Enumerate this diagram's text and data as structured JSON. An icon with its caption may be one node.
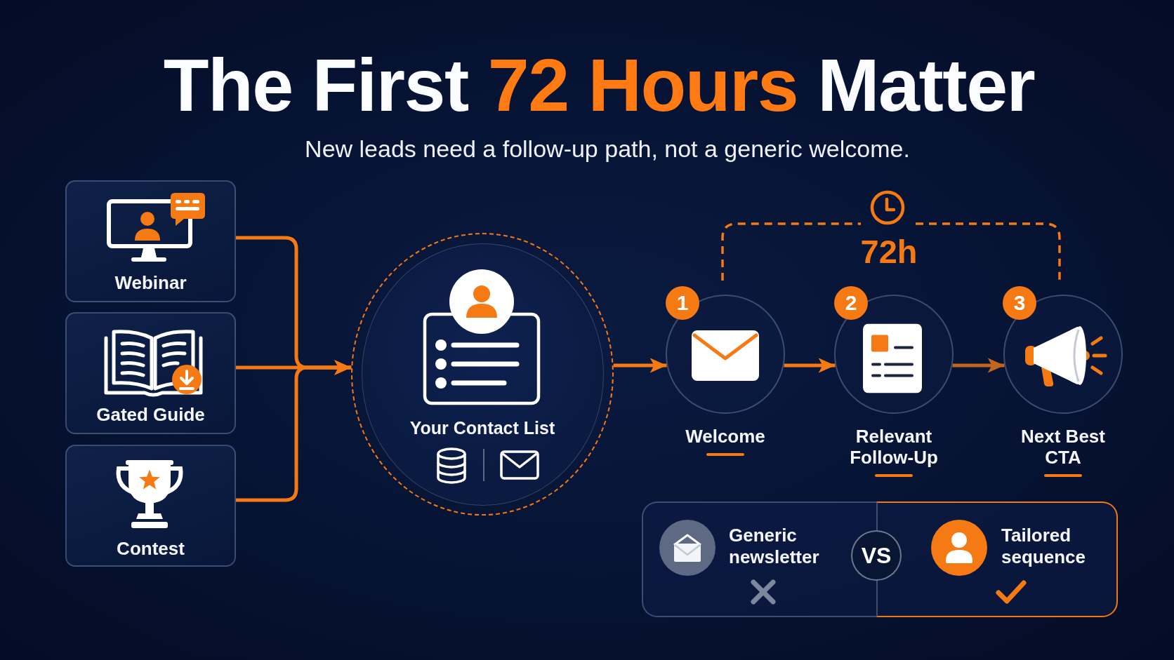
{
  "diagram": {
    "title": "The First **72 Hours** Matter",
    "nodes": [
      {
        "text": [
          "Webinar"
        ]
      },
      {
        "text": [
          "Gated Guide"
        ]
      },
      {
        "text": [
          "Contest"
        ]
      },
      {
        "text": [
          "Your Contact List"
        ]
      },
      {
        "text": [
          "1"
        ]
      },
      {
        "text": [
          "Welcome"
        ]
      },
      {
        "text": [
          "2"
        ]
      },
      {
        "text": [
          "Relevant Follow-Up"
        ]
      },
      {
        "text": [
          "3"
        ]
      },
      {
        "text": [
          "Next Best CTA"
        ]
      },
      {
        "text": [
          "Generic newsletter"
        ]
      },
      {
        "text": [
          "VS"
        ]
      },
      {
        "text": [
          "Tailored sequence"
        ]
      }
    ],
    "edges": [
      {
        "from": 0,
        "to": 3,
        "arrow": "to"
      },
      {
        "from": 1,
        "to": 3,
        "arrow": "to"
      },
      {
        "from": 2,
        "to": 3,
        "arrow": "to"
      },
      {
        "from": 3,
        "to": 5,
        "arrow": "to"
      },
      {
        "from": 5,
        "to": 7,
        "arrow": "to"
      },
      {
        "from": 7,
        "to": 9,
        "arrow": "to",
        "color": "#c0661f"
      }
    ],
    "labels": [
      "New leads need a follow-up path, not a generic welcome.",
      "72h"
    ]
  }
}
